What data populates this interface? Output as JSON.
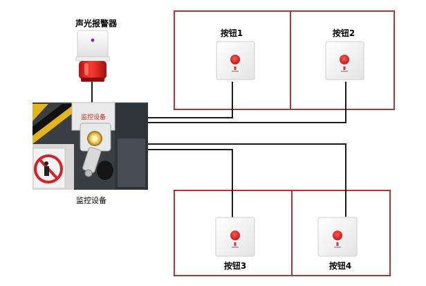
{
  "alarm": {
    "label": "声光报警器",
    "icon": "strobe-siren-icon"
  },
  "camera": {
    "label": "监控设备",
    "sign_text": "监控设备",
    "icon": "security-camera-icon"
  },
  "buttons": [
    {
      "label": "按钮1",
      "icon": "emergency-push-button-icon"
    },
    {
      "label": "按钮2",
      "icon": "emergency-push-button-icon"
    },
    {
      "label": "按钮3",
      "icon": "emergency-push-button-icon"
    },
    {
      "label": "按钮4",
      "icon": "emergency-push-button-icon"
    }
  ],
  "colors": {
    "frame": "#b1343a",
    "wire": "#1a1a1a",
    "button_red": "#e0262a",
    "siren_red": "#d8201f"
  }
}
